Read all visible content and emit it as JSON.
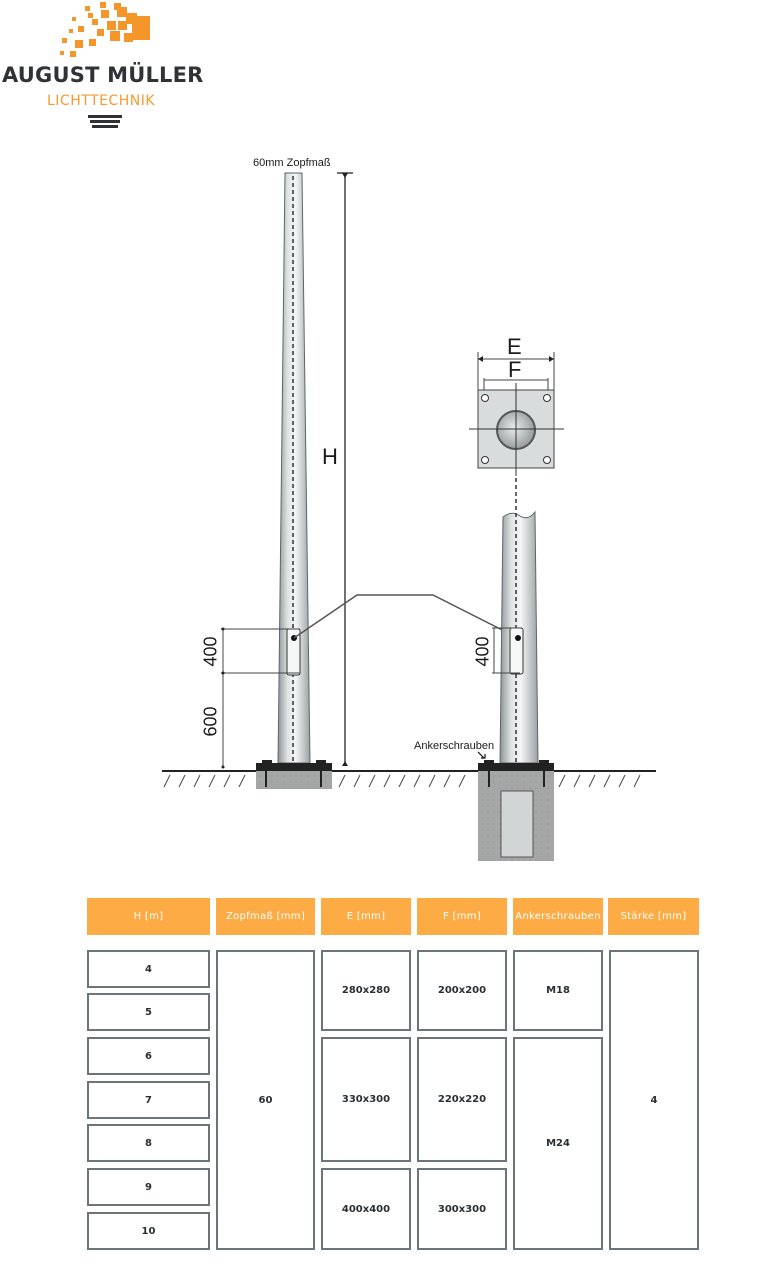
{
  "logo": {
    "title": "AUGUST MÜLLER",
    "subtitle": "LICHTTECHNIK",
    "accent_color": "#f59b30",
    "text_color": "#2f3337"
  },
  "drawing": {
    "top_label": "60mm Zopfmaß",
    "height_label": "H",
    "dim_400_left": "400",
    "dim_600": "600",
    "dim_400_right": "400",
    "plate_E": "E",
    "plate_F": "F",
    "anchor_label": "Ankerschrauben"
  },
  "table": {
    "header_color": "#fdab44",
    "headers": [
      "H [m]",
      "Zopfmaß [mm]",
      "E [mm]",
      "F [mm]",
      "Ankerschrauben",
      "Stärke [mm]"
    ],
    "heights": [
      "4",
      "5",
      "6",
      "7",
      "8",
      "9",
      "10"
    ],
    "zopfmass": "60",
    "E": [
      "280x280",
      "330x300",
      "400x400"
    ],
    "F": [
      "200x200",
      "220x220",
      "300x300"
    ],
    "anchors": [
      "M18",
      "M24"
    ],
    "staerke": "4"
  }
}
